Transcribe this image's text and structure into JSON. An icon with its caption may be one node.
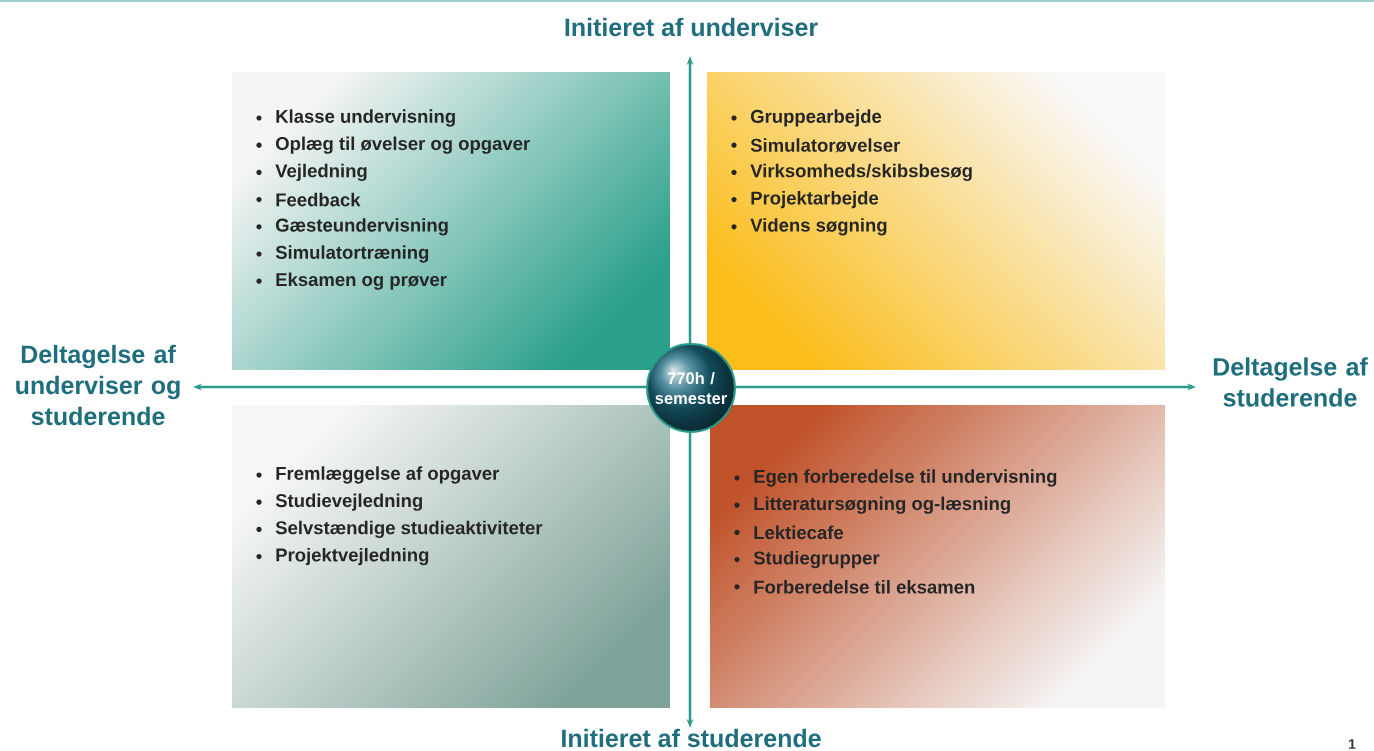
{
  "diagram": {
    "nodes": [
      {
        "text": [
          "Klasse undervisning",
          "Oplæg til øvelser og opgaver",
          "Vejledning",
          "Feedback",
          "Gæsteundervisning",
          "Simulatortræning",
          "Eksamen og prøver"
        ]
      },
      {
        "text": [
          "Gruppearbejde",
          "Simulatorøvelser",
          "Virksomheds/skibsbesøg",
          "Projektarbejde",
          "Videns søgning"
        ]
      },
      {
        "text": [
          "Fremlæggelse af opgaver",
          "Studievejledning",
          "Selvstændige studieaktiviteter",
          "Projektvejledning"
        ]
      },
      {
        "text": [
          "Egen forberedelse til undervisning",
          "Litteratursøgning og-læsning",
          "Lektiecafe",
          "Studiegrupper",
          "Forberedelse til eksamen"
        ]
      },
      {
        "text": [
          "770h / semester"
        ]
      }
    ],
    "edges": [],
    "labels": [
      "Initieret af underviser",
      "Deltagelse af underviser og studerende",
      "Deltagelse af studerende",
      "Initieret af studerende",
      "1"
    ]
  }
}
